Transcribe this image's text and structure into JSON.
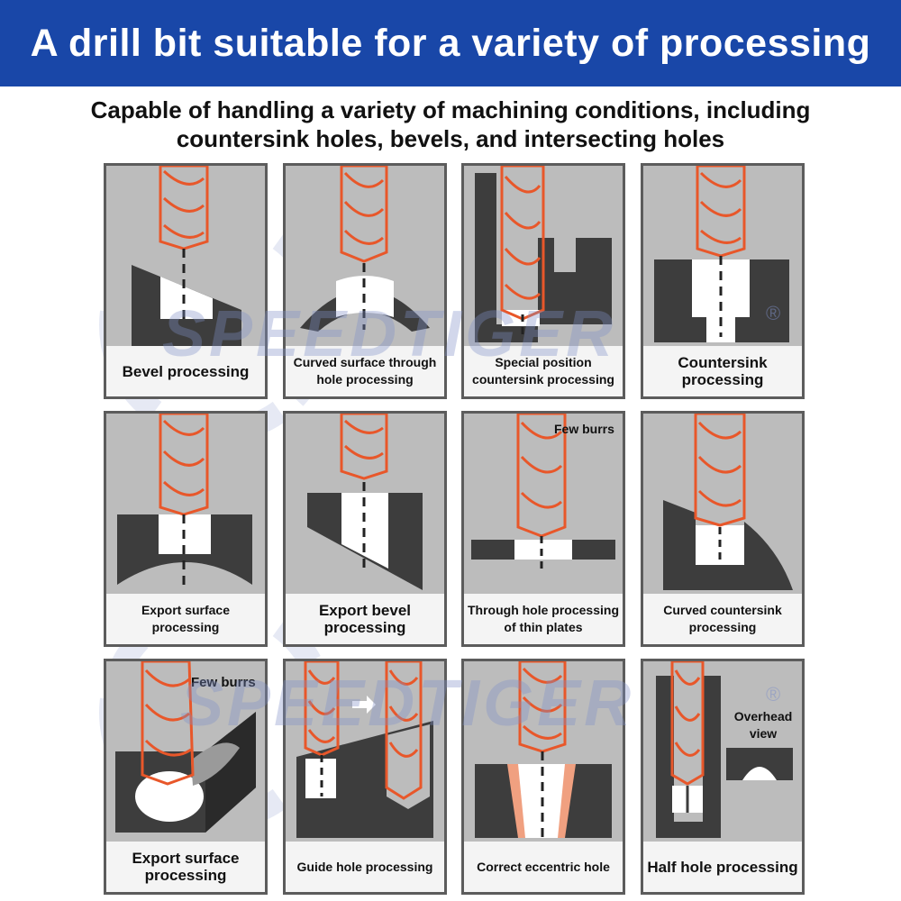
{
  "header": {
    "title": "A drill bit suitable for a variety of processing"
  },
  "subtitle": {
    "line1": "Capable of handling a variety of machining conditions, including",
    "line2": "countersink holes, bevels, and intersecting holes"
  },
  "watermark": {
    "brand": "SPEEDTIGER",
    "mark": "®"
  },
  "panels": [
    {
      "label": "Bevel processing"
    },
    {
      "label_l1": "Curved surface through",
      "label_l2": "hole processing"
    },
    {
      "label_l1": "Special position",
      "label_l2": "countersink processing"
    },
    {
      "label_l1": "Countersink",
      "label_l2": "processing"
    },
    {
      "label_l1": "Export surface",
      "label_l2": "processing"
    },
    {
      "label_l1": "Export bevel",
      "label_l2": "processing"
    },
    {
      "label_l1": "Through hole processing",
      "label_l2": "of thin plates",
      "note": "Few burrs"
    },
    {
      "label_l1": "Curved countersink",
      "label_l2": "processing"
    },
    {
      "label_l1": "Export surface",
      "label_l2": "processing",
      "note": "Few burrs"
    },
    {
      "label": "Guide hole processing"
    },
    {
      "label": "Correct eccentric hole"
    },
    {
      "label": "Half hole processing",
      "note_l1": "Overhead",
      "note_l2": "view"
    }
  ],
  "colors": {
    "banner": "#1947a8",
    "drill": "#e8572a",
    "part": "#3d3d3d",
    "panel": "#bcbcbc"
  }
}
